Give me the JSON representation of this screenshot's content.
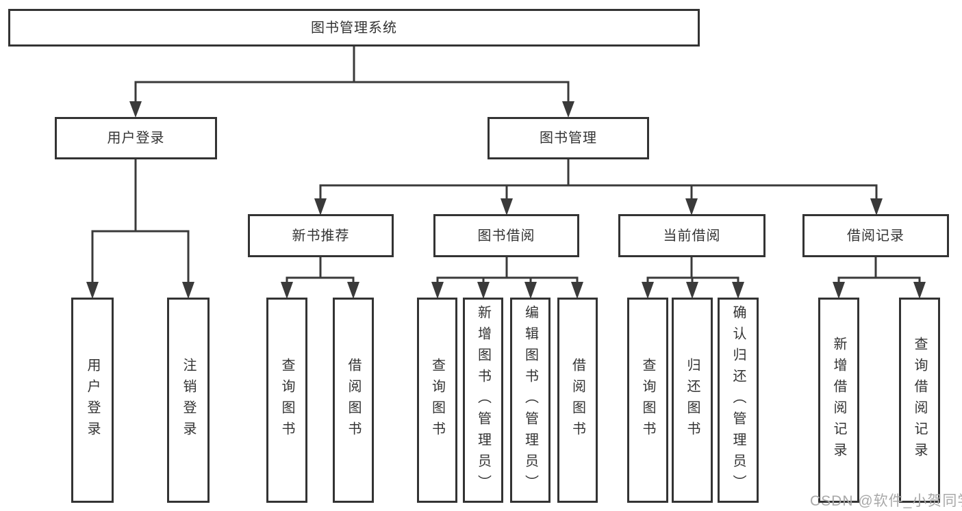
{
  "diagram": {
    "title": "图书管理系统",
    "nodes": {
      "root": {
        "label": "图书管理系统"
      },
      "level2": [
        {
          "label": "用户登录"
        },
        {
          "label": "图书管理"
        }
      ],
      "level3": [
        {
          "label": "新书推荐"
        },
        {
          "label": "图书借阅"
        },
        {
          "label": "当前借阅"
        },
        {
          "label": "借阅记录"
        }
      ],
      "leaves_user_login": [
        {
          "label": "用户登录"
        },
        {
          "label": "注销登录"
        }
      ],
      "leaves_new_book": [
        {
          "label": "查询图书"
        },
        {
          "label": "借阅图书"
        }
      ],
      "leaves_book_borrow": [
        {
          "label": "查询图书"
        },
        {
          "label": "新增图书（管理员）"
        },
        {
          "label": "编辑图书（管理员）"
        },
        {
          "label": "借阅图书"
        }
      ],
      "leaves_current_borrow": [
        {
          "label": "查询图书"
        },
        {
          "label": "归还图书"
        },
        {
          "label": "确认归还（管理员）"
        }
      ],
      "leaves_borrow_record": [
        {
          "label": "新增借阅记录"
        },
        {
          "label": "查询借阅记录"
        }
      ]
    },
    "watermark": "CSDN @软件_小贺同学",
    "colors": {
      "line": "#3a3a3a",
      "border": "#333333",
      "text": "#333333",
      "watermark": "#a8a8a8",
      "background": "#ffffff"
    }
  }
}
